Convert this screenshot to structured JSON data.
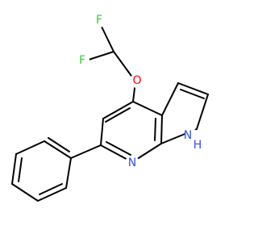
{
  "molecule": {
    "colors": {
      "bond": "#000000",
      "F": "#33cc33",
      "O": "#ff0000",
      "N": "#3050f8",
      "background": "#ffffff"
    },
    "atoms": {
      "f1": {
        "label": "F",
        "element": "F"
      },
      "f2": {
        "label": "F",
        "element": "F"
      },
      "o": {
        "label": "O",
        "element": "O"
      },
      "n_pyridine": {
        "label": "N",
        "element": "N"
      },
      "n_pyrrole": {
        "label": "N",
        "element": "N"
      },
      "h_pyrrole": {
        "label": "H",
        "element": "N"
      }
    }
  }
}
